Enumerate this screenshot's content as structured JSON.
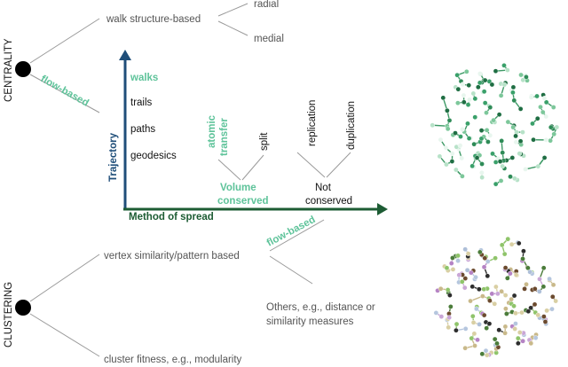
{
  "centrality": {
    "side_label": "CENTRALITY",
    "walk_structure": "walk structure-based",
    "radial": "radial",
    "medial": "medial",
    "flow_based": "flow-based"
  },
  "trajectory": {
    "axis_label": "Trajectory",
    "walks": "walks",
    "trails": "trails",
    "paths": "paths",
    "geodesics": "geodesics"
  },
  "spread": {
    "axis_label": "Method of spread",
    "atomic_line1": "atomic",
    "atomic_line2": "transfer",
    "split": "split",
    "volume_line1": "Volume",
    "volume_line2": "conserved",
    "replication": "replication",
    "duplication": "duplication",
    "not_line1": "Not",
    "not_line2": "conserved"
  },
  "clustering": {
    "side_label": "CLUSTERING",
    "flow_based": "flow-based",
    "vertex_similarity": "vertex similarity/pattern based",
    "others_line1": "Others, e.g., distance or",
    "others_line2": "similarity measures",
    "cluster_fitness": "cluster fitness, e.g., modularity"
  },
  "colors": {
    "accent_green": "#5ec39a",
    "axis_x": "#1d5c34",
    "axis_y": "#1f4e79",
    "line_gray": "#9a9a9a"
  },
  "icons": {
    "centrality_node": "black-dot-icon",
    "clustering_node": "black-dot-icon",
    "centrality_graph": "green-network-graph-icon",
    "clustering_graph": "colored-cluster-network-graph-icon"
  }
}
